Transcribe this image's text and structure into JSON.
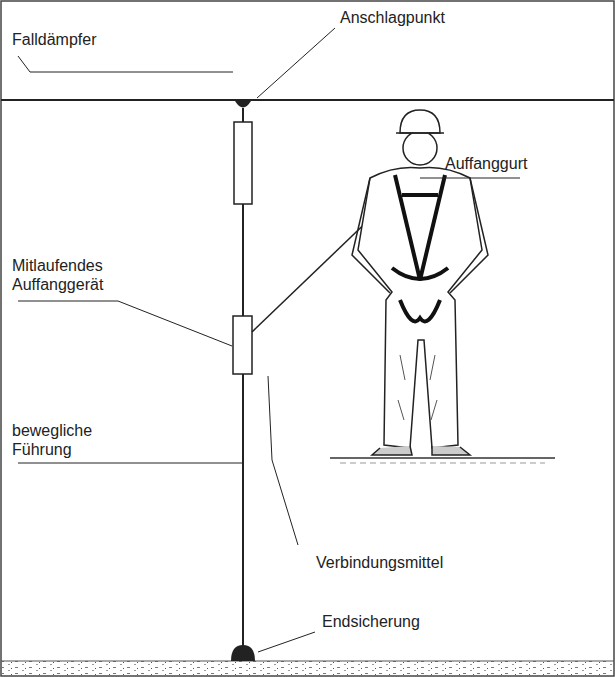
{
  "diagram": {
    "labels": [
      "Anschlagpunkt",
      "Falldämpfer",
      "Auffanggurt",
      "Mitlaufendes Auffanggerät",
      "bewegliche Führung",
      "Verbindungsmittel",
      "Endsicherung"
    ]
  }
}
